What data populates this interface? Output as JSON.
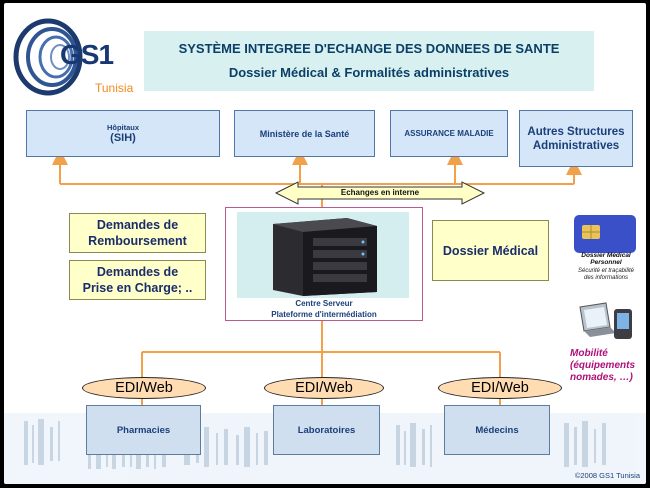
{
  "logo": {
    "brand": "GS1",
    "country": "Tunisia"
  },
  "banner": {
    "line1": "SYSTÈME INTEGREE D'ECHANGE DES DONNEES DE SANTE",
    "line2": "Dossier Médical & Formalités administratives"
  },
  "top_boxes": {
    "hopitaux_line1": "Hôpitaux",
    "hopitaux_line2": "(SIH)",
    "ministere": "Ministère de la Santé",
    "assurance": "ASSURANCE MALADIE",
    "autres_line1": "Autres Structures",
    "autres_line2": "Administratives"
  },
  "exchange_label": "Echanges en interne",
  "left_boxes": {
    "remboursement_line1": "Demandes de",
    "remboursement_line2": "Remboursement",
    "prise_line1": "Demandes de",
    "prise_line2": "Prise en Charge; .."
  },
  "server": {
    "label1": "Centre Serveur",
    "label2": "Plateforme d'intermédiation"
  },
  "dossier_medical": "Dossier Médical",
  "dmp": {
    "line1": "Dossier Médical",
    "line2": "Personnel",
    "caption1": "Sécurité et traçabilité",
    "caption2": "des informations"
  },
  "mobility": {
    "line1": "Mobilité",
    "line2": "(équipements",
    "line3": "nomades, …)"
  },
  "edi_label": "EDI/Web",
  "bottom_boxes": {
    "pharmacies": "Pharmacies",
    "laboratoires": "Laboratoires",
    "medecins": "Médecins"
  },
  "copyright": "©2008 GS1 Tunisia",
  "colors": {
    "banner_bg": "#d8f1f0",
    "title_blue": "#0b3f68",
    "connector_orange": "#f3a04a",
    "exchange_arrow_fill": "#ffffc6",
    "mobility_magenta": "#b0107a",
    "edi_fill": "#ffdcb2"
  }
}
